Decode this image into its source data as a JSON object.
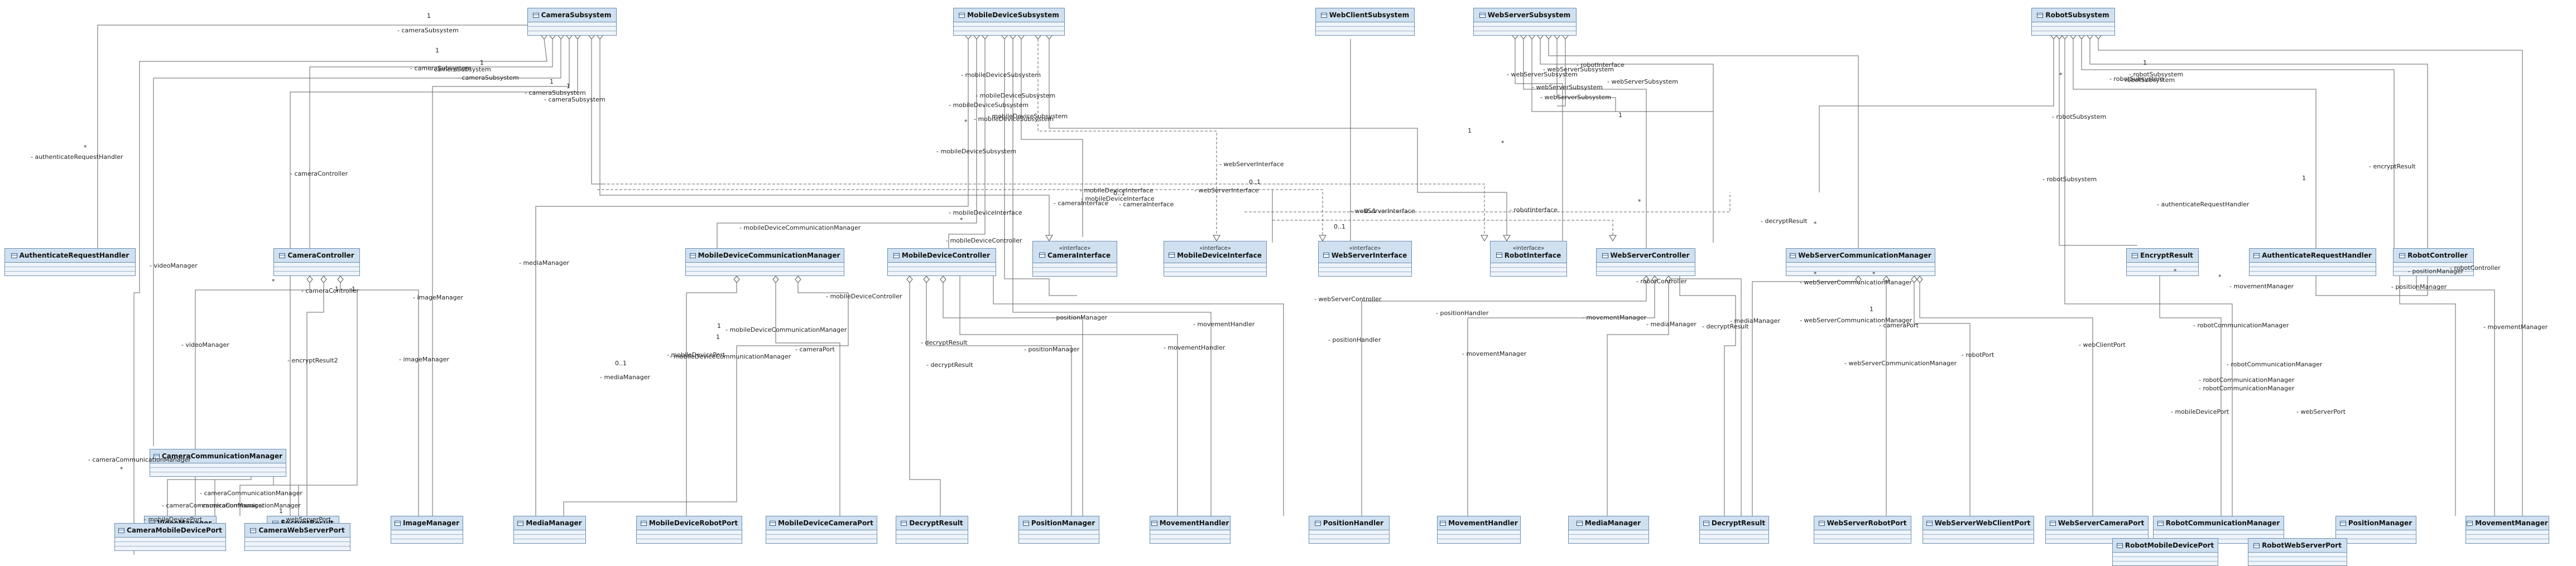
{
  "classes": {
    "camera_subsystem": "CameraSubsystem",
    "mobile_device_subsystem": "MobileDeviceSubsystem",
    "web_client_subsystem": "WebClientSubsystem",
    "web_server_subsystem": "WebServerSubsystem",
    "robot_subsystem": "RobotSubsystem",
    "authenticate_request_handler_left": "AuthenticateRequestHandler",
    "camera_controller": "CameraController",
    "mobile_device_communication_manager": "MobileDeviceCommunicationManager",
    "mobile_device_controller": "MobileDeviceController",
    "camera_interface": "CameraInterface",
    "mobile_device_interface": "MobileDeviceInterface",
    "web_server_interface": "WebServerInterface",
    "robot_interface": "RobotInterface",
    "web_server_controller": "WebServerController",
    "web_server_communication_manager": "WebServerCommunicationManager",
    "encrypt_result_right": "EncryptResult",
    "authenticate_request_handler_right": "AuthenticateRequestHandler",
    "robot_controller": "RobotController",
    "video_manager": "VideoManager",
    "encrypt_result_left": "EncryptResult",
    "image_manager": "ImageManager",
    "media_manager_left": "MediaManager",
    "mobile_device_robot_port": "MobileDeviceRobotPort",
    "mobile_device_camera_port": "MobileDeviceCameraPort",
    "decrypt_result_left": "DecryptResult",
    "position_manager_left": "PositionManager",
    "movement_handler_left": "MovementHandler",
    "position_handler": "PositionHandler",
    "movement_handler_right": "MovementHandler",
    "media_manager_right": "MediaManager",
    "decrypt_result_right": "DecryptResult",
    "web_server_robot_port": "WebServerRobotPort",
    "web_server_web_client_port": "WebServerWebClientPort",
    "web_server_camera_port": "WebServerCameraPort",
    "robot_communication_manager": "RobotCommunicationManager",
    "position_manager_right": "PositionManager",
    "movement_manager": "MovementManager",
    "camera_communication_manager": "CameraCommunicationManager",
    "camera_mobile_device_port": "CameraMobileDevicePort",
    "camera_web_server_port": "CameraWebServerPort",
    "robot_mobile_device_port": "RobotMobileDevicePort",
    "robot_web_server_port": "RobotWebServerPort"
  },
  "stereotype": "«interface»",
  "labels": [
    "- cameraSubsystem",
    "1",
    "1",
    "- cameraSubsystem",
    "1",
    "- cameraSubsystem",
    "1",
    "- cameraSubsystem",
    "1",
    "- cameraSubsystem",
    "- cameraSubsystem",
    "*",
    "- authenticateRequestHandler",
    "- cameraController",
    "*",
    "- videoManager",
    "- cameraController",
    "1",
    "1",
    "- videoManager",
    "- encryptResult2",
    "- imageManager",
    "- imageManager",
    "- cameraCommunicationManager",
    "*",
    "- cameraCommunicationManager",
    "- cameraCommunicationManager",
    "- cameraCommunicationManager",
    "1",
    "- webServerPort",
    "- mobileDevicePort",
    "- mobileDeviceSubsystem",
    "- mobileDeviceSubsystem",
    "- mobileDeviceSubsystem",
    "- mobileDeviceSubsystem",
    "- mobileDeviceSubsystem",
    "- mobileDeviceSubsystem",
    "*",
    "- mediaManager",
    "*",
    "- mobileDeviceCommunicationManager",
    "- mobileDeviceController",
    "- mobileDeviceCommunicationManager",
    "- mobileDeviceCommunicationManager",
    "- mobileDeviceController",
    "- cameraPort",
    "1",
    "1",
    "0..1",
    "- mediaManager",
    "- mobileDevicePort",
    "- decryptResult",
    "- decryptResult",
    "- positionManager",
    "- positionManager",
    "- movementHandler",
    "- movementHandler",
    "- mobileDeviceInterface",
    "0..1",
    "- cameraInterface",
    "- cameraInterface",
    "- mobileDeviceInterface",
    "- webServerInterface",
    "0..1",
    "- webServerInterface",
    "- webServerInterface",
    "0..1",
    "0..1",
    "- mobileDeviceInterface",
    "*",
    "- robotInterface",
    "- robotInterface",
    "- webServerSubsystem",
    "- webServerSubsystem",
    "- webServerSubsystem",
    "- webServerSubsystem",
    "- webServerSubsystem",
    "1",
    "1",
    "*",
    "- robotController",
    "- webServerController",
    "- positionHandler",
    "- positionHandler",
    "- movementManager",
    "- movementManager",
    "- mediaManager",
    "- mediaManager",
    "- decryptResult",
    "- decryptResult",
    "*",
    "- webServerCommunicationManager",
    "- webServerCommunicationManager",
    "- webServerCommunicationManager",
    "- robotPort",
    "- webClientPort",
    "- cameraPort",
    "1",
    "*",
    "- robotSubsystem",
    "- robotSubsystem",
    "- robotSubsystem",
    "- robotSubsystem",
    "- robotSubsystem",
    "1",
    "1",
    "- authenticateRequestHandler",
    "- encryptResult",
    "- robotController",
    "- movementManager",
    "- positionManager",
    "- positionManager",
    "- movementManager",
    "*",
    "- robotCommunicationManager",
    "- robotCommunicationManager",
    "- robotCommunicationManager",
    "- robotCommunicationManager",
    "- mobileDevicePort",
    "- webServerPort",
    "*",
    "*",
    "*"
  ]
}
